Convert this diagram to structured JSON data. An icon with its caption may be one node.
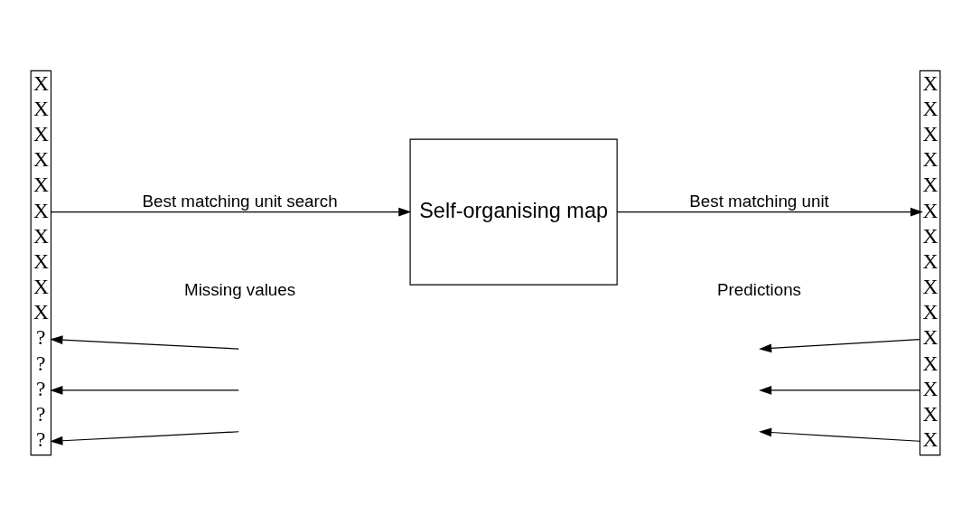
{
  "diagram": {
    "nodes": [
      {
        "text": [
          "X",
          "X",
          "X",
          "X",
          "X",
          "X",
          "X",
          "X",
          "X",
          "X",
          "?",
          "?",
          "?",
          "?",
          "?"
        ]
      },
      {
        "text": [
          "Self-organising map"
        ]
      },
      {
        "text": [
          "X",
          "X",
          "X",
          "X",
          "X",
          "X",
          "X",
          "X",
          "X",
          "X",
          "X",
          "X",
          "X",
          "X",
          "X"
        ]
      }
    ],
    "edges": [
      {
        "from": 0,
        "to": 1,
        "arrow": "to",
        "label": "Best matching unit search"
      },
      {
        "from": 1,
        "to": 2,
        "arrow": "to",
        "label": "Best matching unit"
      },
      {
        "from": null,
        "to": 0,
        "arrow": "to"
      },
      {
        "from": null,
        "to": 0,
        "arrow": "to"
      },
      {
        "from": null,
        "to": 0,
        "arrow": "to"
      },
      {
        "from": 2,
        "to": null,
        "arrow": "to"
      },
      {
        "from": 2,
        "to": null,
        "arrow": "to"
      },
      {
        "from": 2,
        "to": null,
        "arrow": "to"
      }
    ],
    "labels": [
      "Missing values",
      "Predictions"
    ]
  }
}
